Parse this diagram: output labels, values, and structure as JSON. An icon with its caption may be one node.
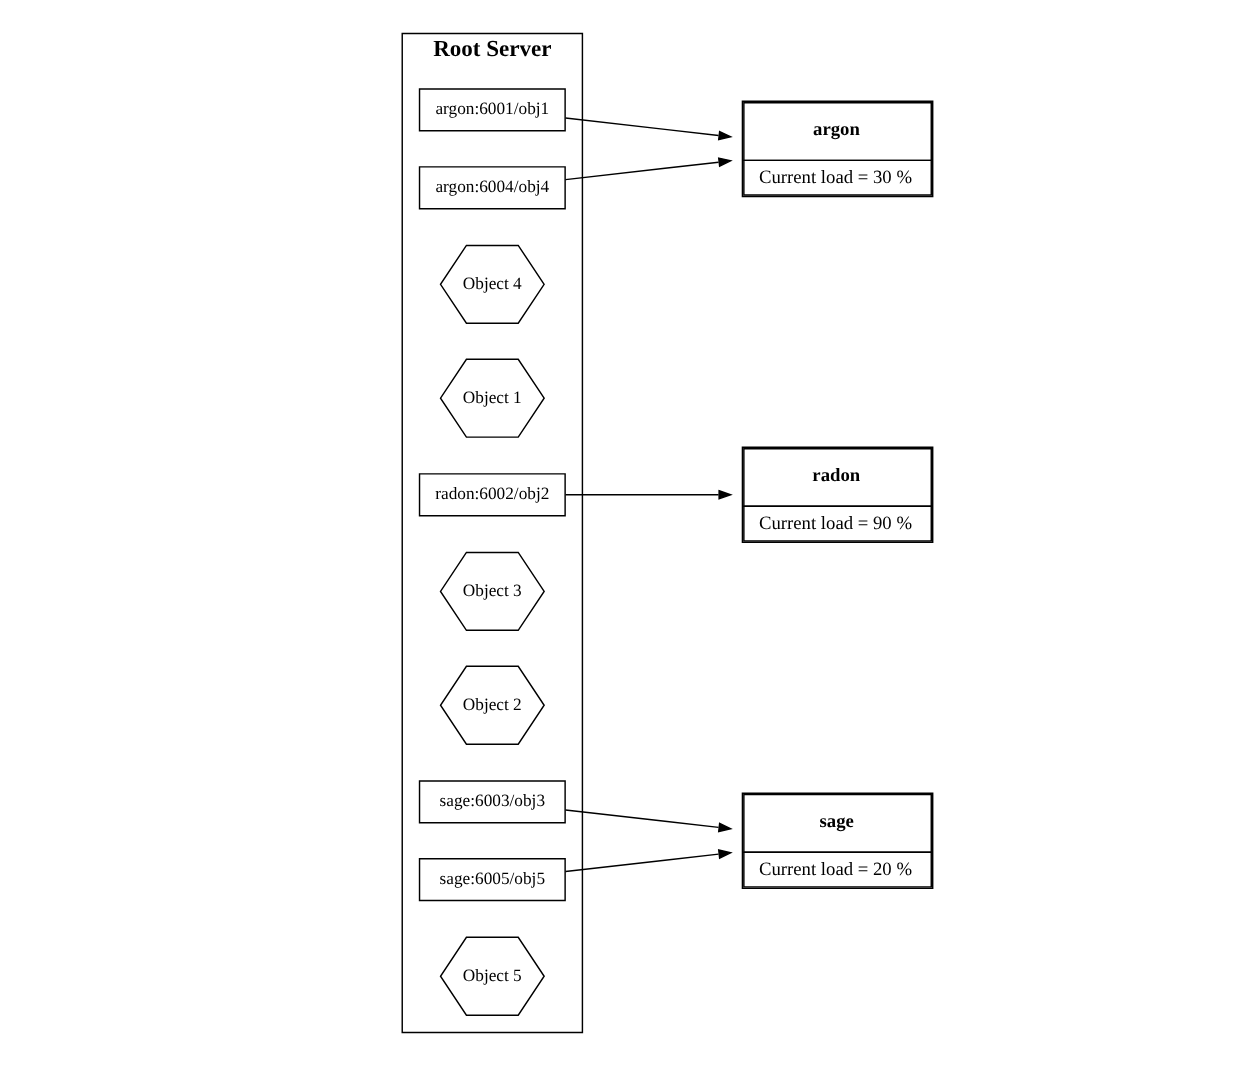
{
  "diagram": {
    "nodes": [
      {
        "text": [
          "Root Server"
        ]
      },
      {
        "text": [
          "Object 1"
        ],
        "in": 0
      },
      {
        "text": [
          "argon:6001/obj1"
        ],
        "in": 0
      },
      {
        "text": [
          "Object 2"
        ],
        "in": 0
      },
      {
        "text": [
          "radon:6002/obj2"
        ],
        "in": 0
      },
      {
        "text": [
          "Object 3"
        ],
        "in": 0
      },
      {
        "text": [
          "sage:6003/obj3"
        ],
        "in": 0
      },
      {
        "text": [
          "Object 4"
        ],
        "in": 0
      },
      {
        "text": [
          "argon:6004/obj4"
        ],
        "in": 0
      },
      {
        "text": [
          "Object 5"
        ],
        "in": 0
      },
      {
        "text": [
          "sage:6005/obj5"
        ],
        "in": 0
      },
      {
        "text": [
          "argon",
          "Current load = 30 %"
        ]
      },
      {
        "text": [
          "radon",
          "Current load = 90 %"
        ]
      },
      {
        "text": [
          "sage",
          "Current load = 20 %"
        ]
      }
    ],
    "edges": [
      {
        "from": 2,
        "to": 11,
        "arrow": "to"
      },
      {
        "from": 4,
        "to": 12,
        "arrow": "to"
      },
      {
        "from": 6,
        "to": 13,
        "arrow": "to"
      },
      {
        "from": 8,
        "to": 11,
        "arrow": "to"
      },
      {
        "from": 10,
        "to": 13,
        "arrow": "to"
      }
    ]
  }
}
